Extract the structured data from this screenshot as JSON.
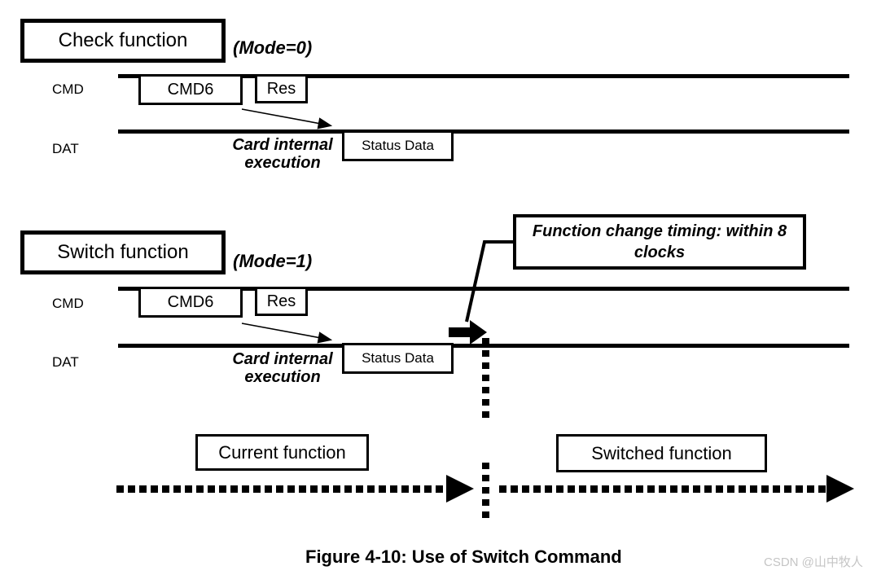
{
  "diagram": {
    "check": {
      "title": "Check function",
      "mode": "(Mode=0)",
      "cmd_label": "CMD",
      "dat_label": "DAT",
      "cmd6_label": "CMD6",
      "res_label": "Res",
      "status_data_label": "Status Data",
      "exec_line1": "Card internal",
      "exec_line2": "execution"
    },
    "switch": {
      "title": "Switch function",
      "mode": "(Mode=1)",
      "cmd_label": "CMD",
      "dat_label": "DAT",
      "cmd6_label": "CMD6",
      "res_label": "Res",
      "status_data_label": "Status Data",
      "exec_line1": "Card internal",
      "exec_line2": "execution",
      "callout_line1": "Function change timing: within 8",
      "callout_line2": "clocks"
    },
    "timeline": {
      "current_label": "Current function",
      "switched_label": "Switched function"
    },
    "caption": "Figure 4-10: Use of Switch Command",
    "watermark": "CSDN @山中牧人",
    "colors": {
      "ink": "#000000",
      "watermark": "#c5c5c5"
    }
  }
}
